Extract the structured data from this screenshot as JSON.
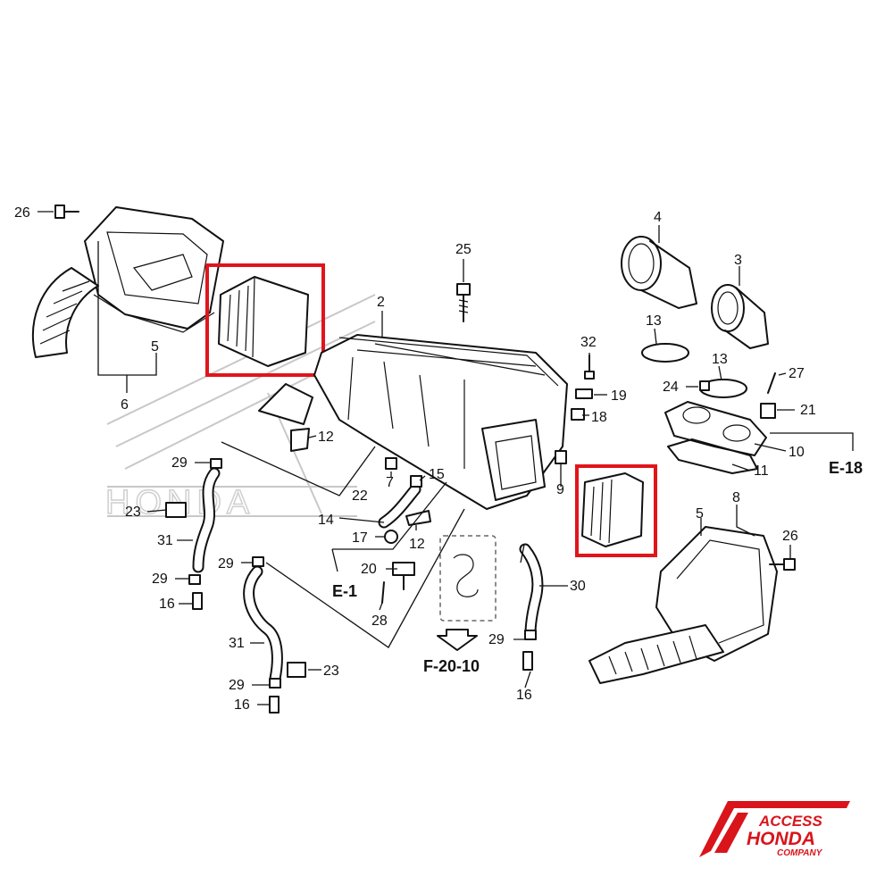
{
  "diagram": {
    "part_numbers": {
      "p2": "2",
      "p3": "3",
      "p4": "4",
      "p5a": "5",
      "p5b": "5",
      "p6": "6",
      "p7": "7",
      "p8": "8",
      "p9": "9",
      "p10": "10",
      "p11": "11",
      "p12a": "12",
      "p12b": "12",
      "p13a": "13",
      "p13b": "13",
      "p14": "14",
      "p15": "15",
      "p16a": "16",
      "p16b": "16",
      "p16c": "16",
      "p17": "17",
      "p18": "18",
      "p19": "19",
      "p20": "20",
      "p21": "21",
      "p22": "22",
      "p23a": "23",
      "p23b": "23",
      "p24": "24",
      "p25": "25",
      "p26a": "26",
      "p26b": "26",
      "p27": "27",
      "p28": "28",
      "p29a": "29",
      "p29b": "29",
      "p29c": "29",
      "p29d": "29",
      "p29e": "29",
      "p30": "30",
      "p31a": "31",
      "p31b": "31",
      "p32": "32"
    },
    "references": {
      "e1": "E-1",
      "e18": "E-18",
      "f2010": "F-20-10"
    },
    "highlight_color": "#e0151b"
  },
  "logo": {
    "line1": "ACCESS",
    "line2": "HONDA",
    "line3": "COMPANY",
    "color": "#d9141b"
  }
}
